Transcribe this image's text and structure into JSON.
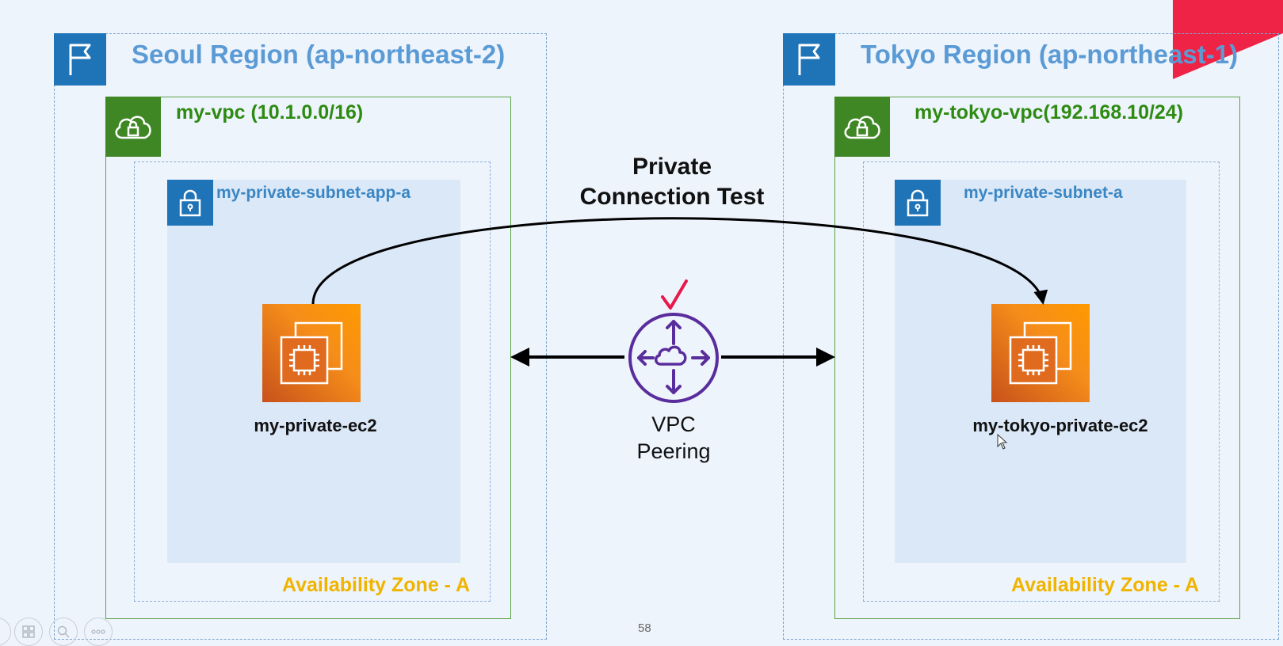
{
  "diagram": {
    "title_line1": "Private",
    "title_line2": "Connection Test",
    "peering_line1": "VPC",
    "peering_line2": "Peering",
    "slide_number": "58"
  },
  "left": {
    "region_title": "Seoul Region (ap-northeast-2)",
    "vpc_title": "my-vpc (10.1.0.0/16)",
    "subnet_title": "my-private-subnet-app-a",
    "ec2_label": "my-private-ec2",
    "az_label": "Availability Zone - A"
  },
  "right": {
    "region_title": "Tokyo Region (ap-northeast-1)",
    "vpc_title": "my-tokyo-vpc(192.168.10/24)",
    "subnet_title": "my-private-subnet-a",
    "ec2_label": "my-tokyo-private-ec2",
    "az_label": "Availability Zone - A"
  },
  "icons": {
    "region": "flag-icon",
    "vpc": "cloud-lock-icon",
    "subnet": "padlock-icon",
    "ec2": "ec2-chip-icon",
    "peering": "vpc-peering-icon",
    "check": "checkmark-icon"
  },
  "colors": {
    "region_title": "#5b9bd5",
    "region_flag_bg": "#1f73b7",
    "vpc_title": "#2e8b12",
    "vpc_icon_bg": "#3f8624",
    "subnet_title": "#3a86c4",
    "az_label": "#f0b400",
    "peering": "#5a2d9c",
    "check": "#e8194a",
    "corner": "#ef2346"
  }
}
